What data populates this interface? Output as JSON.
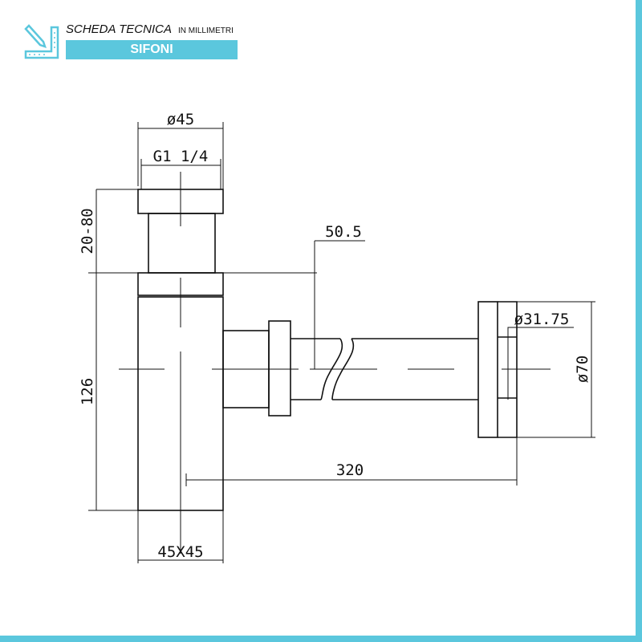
{
  "header": {
    "title": "SCHEDA TECNICA",
    "subtitle": "IN MILLIMETRI",
    "category": "SIFONI",
    "icon": "ruler-pencil-icon",
    "accent_color": "#5bc7dd"
  },
  "dimensions": {
    "cap_diameter": "ø45",
    "thread": "G1  1/4",
    "height_adjust": "20-80",
    "body_height": "126",
    "outlet_height": "50.5",
    "pipe_diameter": "ø31.75",
    "flange_diameter": "ø70",
    "length": "320",
    "body_section": "45X45"
  }
}
